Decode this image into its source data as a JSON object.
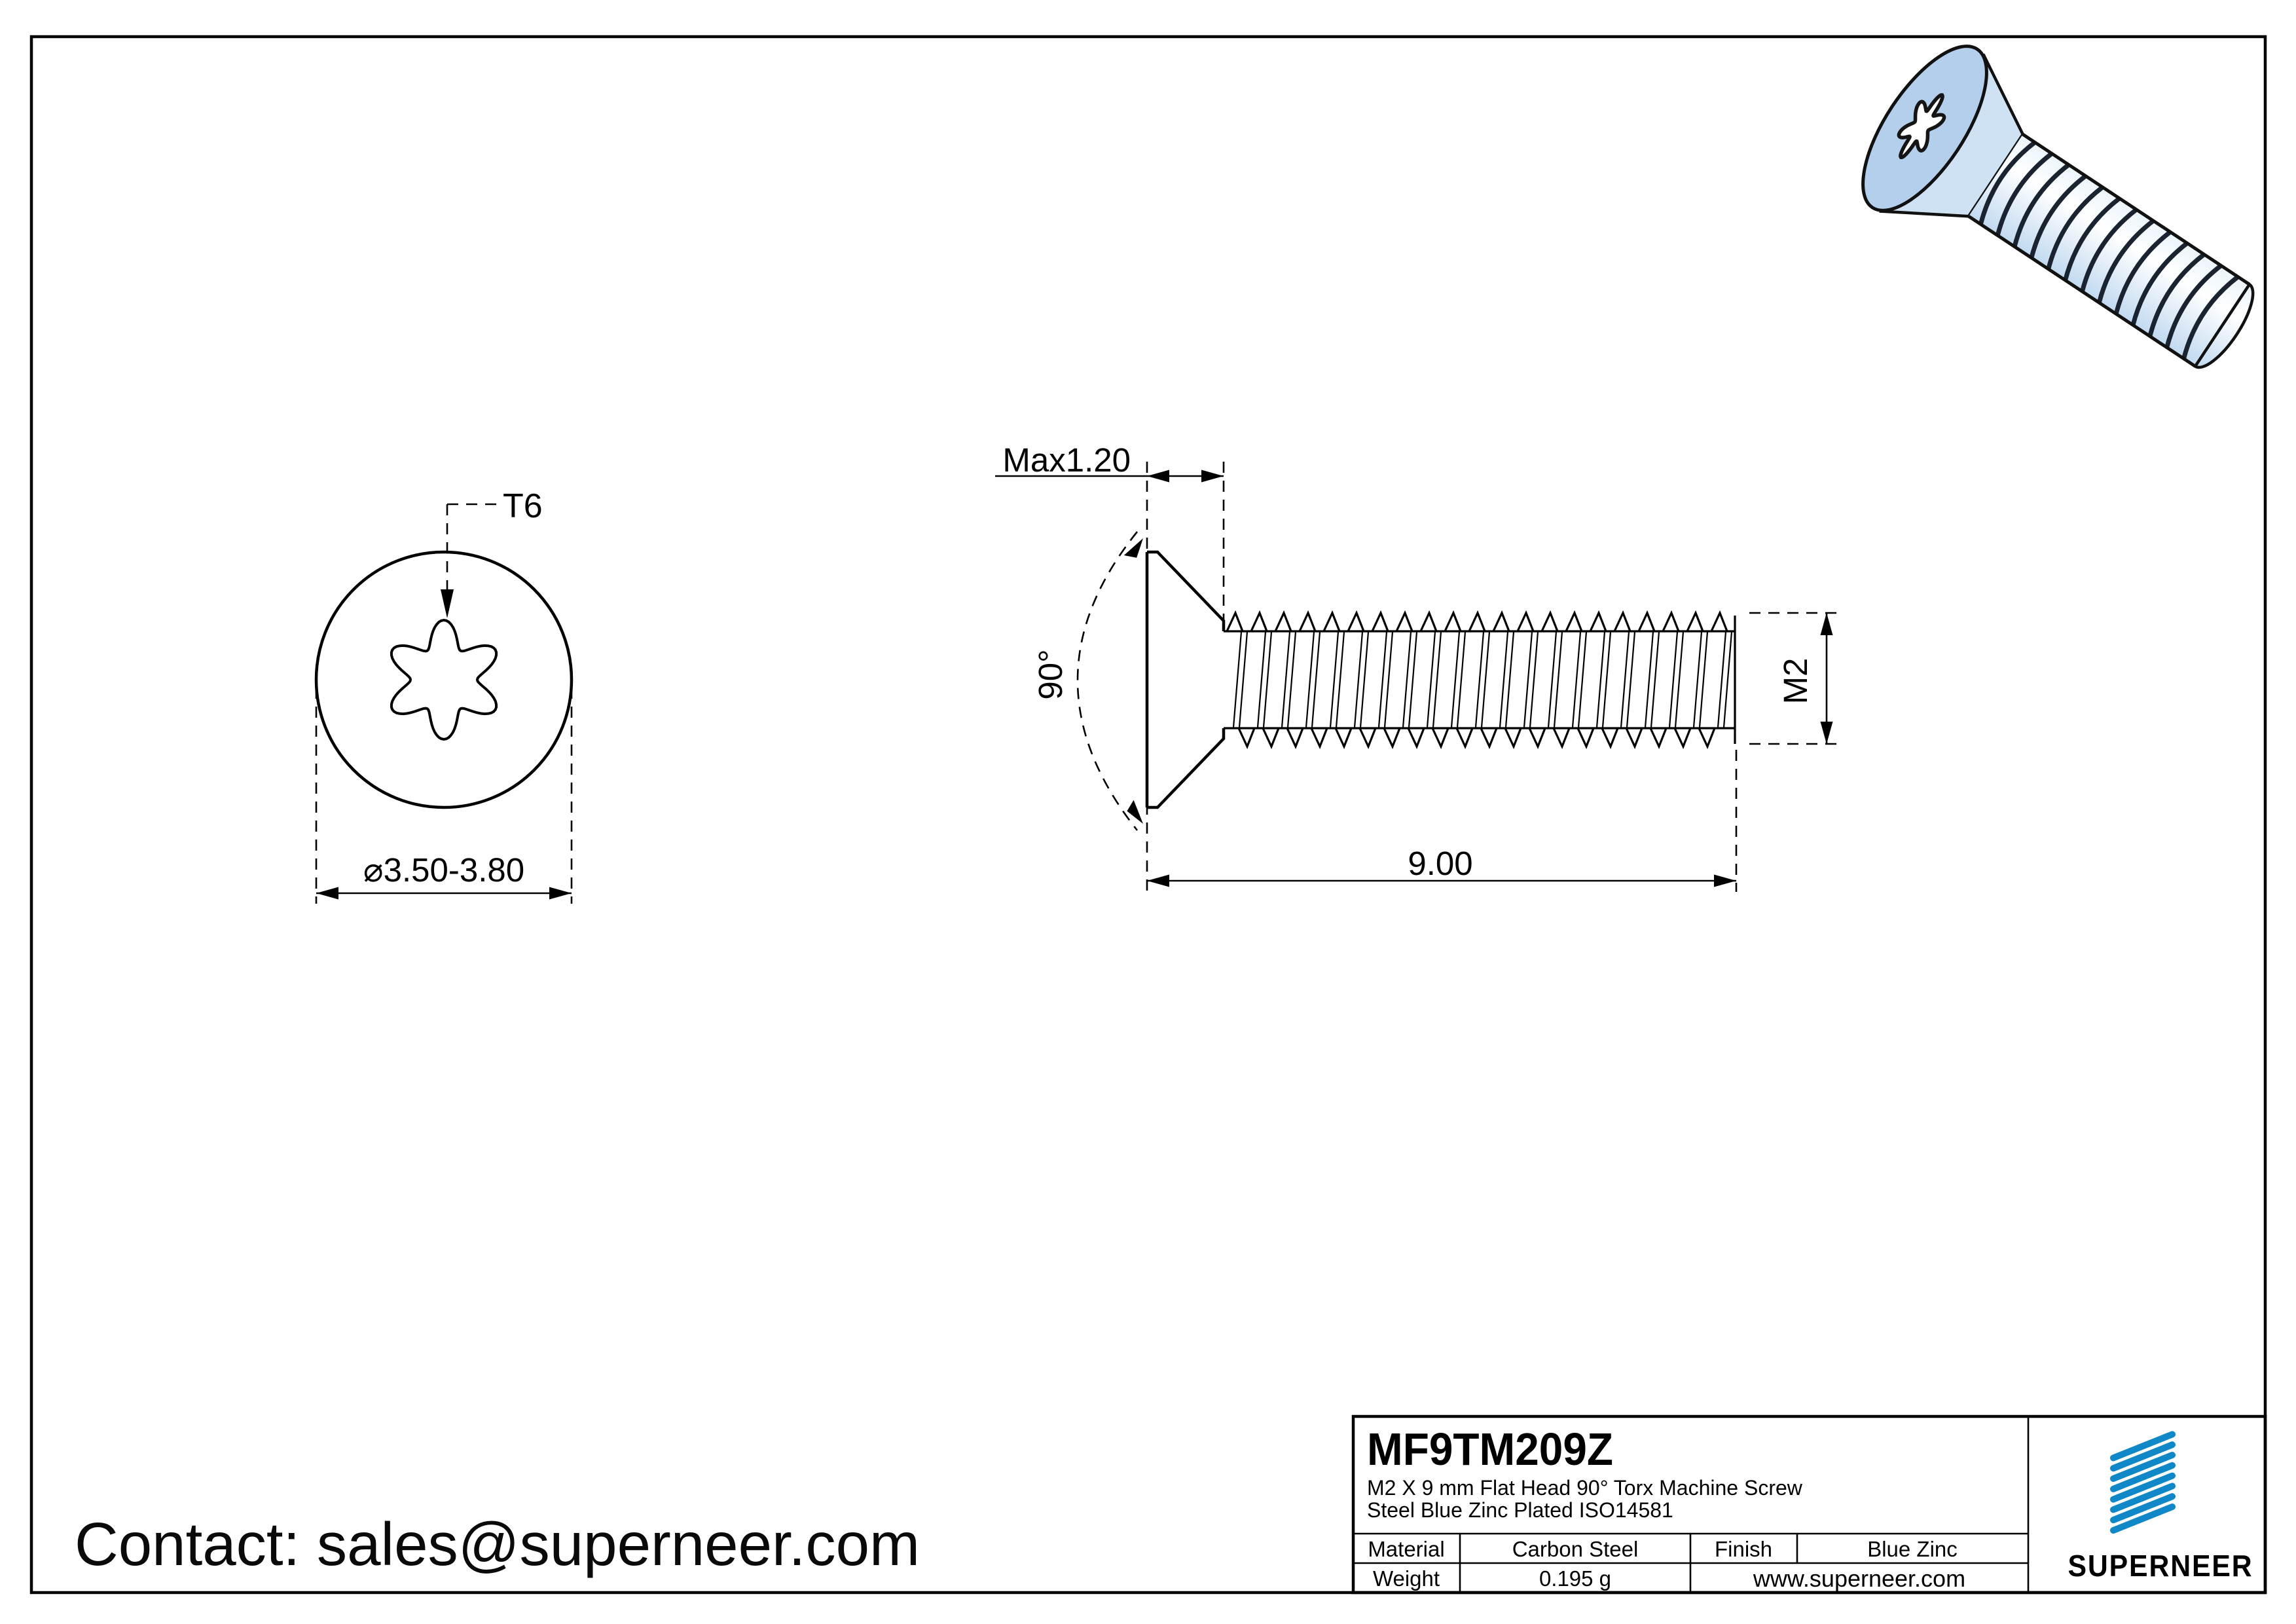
{
  "page": {
    "contact": "Contact: sales@superneer.com"
  },
  "views": {
    "drive_label": "T6",
    "head_diameter": "⌀3.50-3.80",
    "head_height_max": "Max1.20",
    "countersink_angle": "90°",
    "thread_size": "M2",
    "thread_length": "9.00"
  },
  "title_block": {
    "part_number": "MF9TM209Z",
    "description_line1": "M2  X 9 mm Flat Head 90°  Torx Machine Screw",
    "description_line2": "Steel Blue Zinc Plated ISO14581",
    "material_label": "Material",
    "material_value": "Carbon Steel",
    "finish_label": "Finish",
    "finish_value": "Blue Zinc",
    "weight_label": "Weight",
    "weight_value": "0.195 g",
    "website": "www.superneer.com",
    "brand_name": "SUPERNEER"
  },
  "colors": {
    "brand_blue": "#1088c8",
    "link_blue": "#1d85dc",
    "screw_body": "#b3cfec",
    "screw_cone": "#cfe2f4",
    "thread_dark": "#1a2430",
    "outline": "#111111"
  }
}
